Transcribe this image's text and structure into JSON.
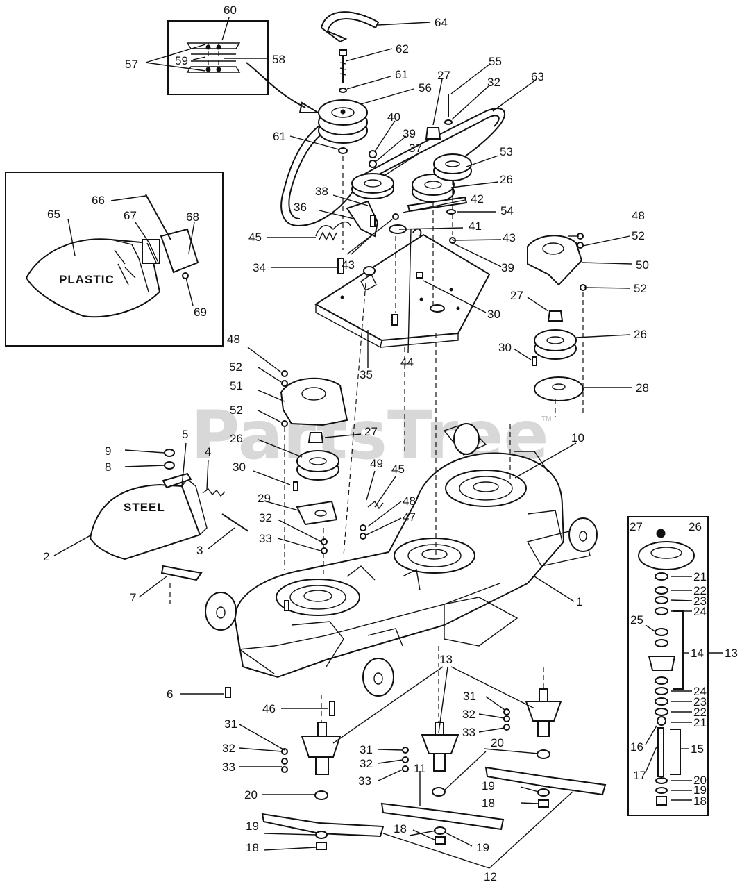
{
  "watermark": "PartsTree",
  "watermark_mark": "TM",
  "material_labels": {
    "plastic": "PLASTIC",
    "steel": "STEEL"
  },
  "callouts": {
    "c60": "60",
    "c57": "57",
    "c59": "59",
    "c58": "58",
    "c64": "64",
    "c62": "62",
    "c61a": "61",
    "c61b": "61",
    "c56": "56",
    "c27a": "27",
    "c55": "55",
    "c32a": "32",
    "c63": "63",
    "c40": "40",
    "c39a": "39",
    "c37": "37",
    "c53": "53",
    "c26a": "26",
    "c38": "38",
    "c36": "36",
    "c42": "42",
    "c54": "54",
    "c41": "41",
    "c45a": "45",
    "c43a": "43",
    "c43b": "43",
    "c39b": "39",
    "c34": "34",
    "c30a": "30",
    "c35": "35",
    "c44": "44",
    "c48a": "48",
    "c52a": "52",
    "c50": "50",
    "c52b": "52",
    "c27b": "27",
    "c26b": "26",
    "c30b": "30",
    "c28": "28",
    "c66": "66",
    "c65": "65",
    "c67": "67",
    "c68": "68",
    "c69": "69",
    "c48b": "48",
    "c52c": "52",
    "c51": "51",
    "c52d": "52",
    "c27c": "27",
    "c26c": "26",
    "c9": "9",
    "c8": "8",
    "c5": "5",
    "c4": "4",
    "c30c": "30",
    "c49": "49",
    "c45b": "45",
    "c29": "29",
    "c48c": "48",
    "c47": "47",
    "c32b": "32",
    "c33a": "33",
    "c2": "2",
    "c3": "3",
    "c7": "7",
    "c10": "10",
    "c1": "1",
    "c27d": "27",
    "c26d": "26",
    "c21a": "21",
    "c22a": "22",
    "c23a": "23",
    "c24a": "24",
    "c25": "25",
    "c14": "14",
    "c13a": "13",
    "c24b": "24",
    "c23b": "23",
    "c22b": "22",
    "c21b": "21",
    "c16": "16",
    "c15": "15",
    "c17": "17",
    "c20a": "20",
    "c19a": "19",
    "c18a": "18",
    "c6": "6",
    "c46": "46",
    "c13b": "13",
    "c31a": "31",
    "c32c": "32",
    "c33b": "33",
    "c31b": "31",
    "c32d": "32",
    "c33c": "33",
    "c32e": "32",
    "c31c": "31",
    "c33d": "33",
    "c20b": "20",
    "c20c": "20",
    "c11": "11",
    "c19b": "19",
    "c18b": "18",
    "c19c": "19",
    "c18c": "18",
    "c18d": "18",
    "c19d": "19",
    "c12": "12"
  }
}
